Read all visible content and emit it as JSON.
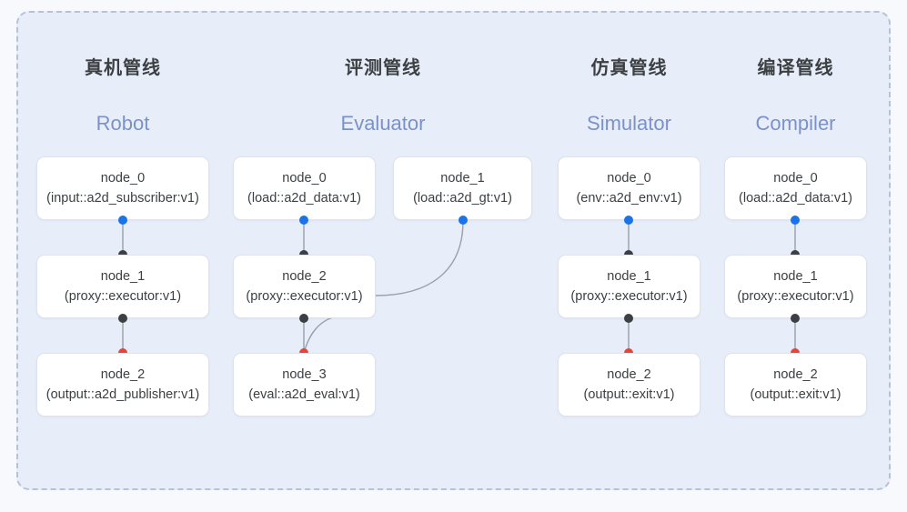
{
  "panel": {
    "background_color": "#e7edf9",
    "border_color": "#b9c2d4",
    "border_style": "dashed"
  },
  "colors": {
    "output_port": "#1a73e8",
    "input_port": "#3c4043",
    "terminal_port": "#ea4335",
    "edge": "#9aa0a6",
    "heading_zh": "#3c4043",
    "heading_en": "#7b91c9"
  },
  "columns": [
    {
      "id": "robot",
      "title_zh": "真机管线",
      "title_en": "Robot",
      "nodes": [
        {
          "name": "node_0",
          "signature": "(input::a2d_subscriber:v1)"
        },
        {
          "name": "node_1",
          "signature": "(proxy::executor:v1)"
        },
        {
          "name": "node_2",
          "signature": "(output::a2d_publisher:v1)"
        }
      ]
    },
    {
      "id": "evaluator",
      "title_zh": "评测管线",
      "title_en": "Evaluator",
      "nodes": [
        {
          "name": "node_0",
          "signature": "(load::a2d_data:v1)"
        },
        {
          "name": "node_1",
          "signature": "(load::a2d_gt:v1)"
        },
        {
          "name": "node_2",
          "signature": "(proxy::executor:v1)"
        },
        {
          "name": "node_3",
          "signature": "(eval::a2d_eval:v1)"
        }
      ]
    },
    {
      "id": "simulator",
      "title_zh": "仿真管线",
      "title_en": "Simulator",
      "nodes": [
        {
          "name": "node_0",
          "signature": "(env::a2d_env:v1)"
        },
        {
          "name": "node_1",
          "signature": "(proxy::executor:v1)"
        },
        {
          "name": "node_2",
          "signature": "(output::exit:v1)"
        }
      ]
    },
    {
      "id": "compiler",
      "title_zh": "编译管线",
      "title_en": "Compiler",
      "nodes": [
        {
          "name": "node_0",
          "signature": "(load::a2d_data:v1)"
        },
        {
          "name": "node_1",
          "signature": "(proxy::executor:v1)"
        },
        {
          "name": "node_2",
          "signature": "(output::exit:v1)"
        }
      ]
    }
  ]
}
